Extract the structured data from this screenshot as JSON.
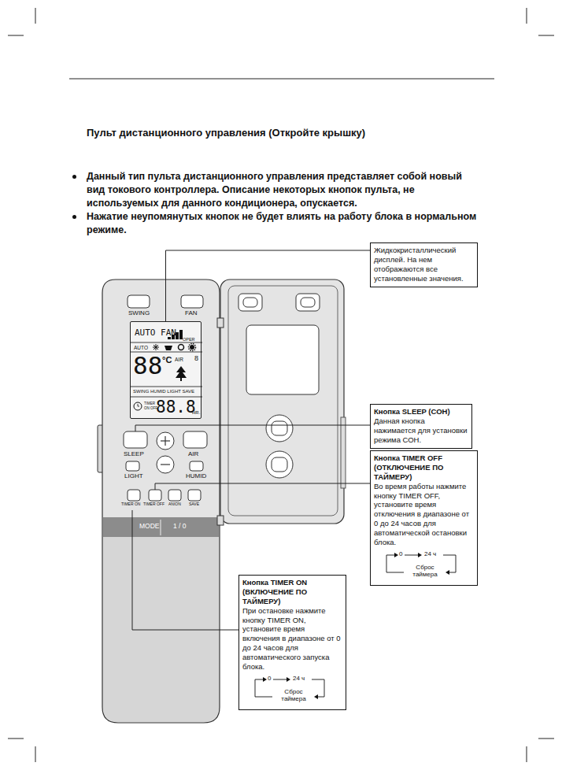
{
  "diagram": {
    "title": "Пульт дистанционного управления  (Откройте крышку)",
    "nodes": [
      {
        "text": [
          "Жидкокристаллический дисплей. На нем отображаются все установленные значения."
        ]
      },
      {
        "text": [
          "AUTO FAN",
          "OPER",
          "AUTO",
          "88",
          "°C",
          "AIR",
          "8",
          "SWING HUMID LIGHT SAVE",
          "TIMER",
          "ON OFF",
          "88.8",
          "HR."
        ]
      },
      {
        "text": [
          "Кнопка SLEEP (СОН)",
          "Данная кнопка нажимается для установки режима СОН."
        ]
      },
      {
        "text": [
          "Кнопка TIMER OFF (ОТКЛЮЧЕНИЕ ПО ТАЙМЕРУ)",
          "Во время работы нажмите кнопку TIMER OFF, установите время отключения в диапазоне от 0 до 24 часов для автоматической остановки блока.",
          "0",
          "24 ч",
          "Сброс таймера"
        ]
      },
      {
        "text": [
          "Кнопка TIMER ON (ВКЛЮЧЕНИЕ ПО ТАЙМЕРУ)",
          "При остановке нажмите кнопку TIMER ON, установите время включения в диапазоне от 0 до 24 часов для автоматического запуска блока.",
          "0",
          "24 ч",
          "Сброс таймера"
        ]
      }
    ],
    "edges": [
      {
        "from": 0,
        "to": 1,
        "arrow": "none"
      }
    ],
    "labels": [
      "Данный тип пульта дистанционного управления представляет собой новый вид токового контроллера. Описание некоторых кнопок пульта, не используемых для данного кондиционера, опускается.",
      "Нажатие неупомянутых кнопок не будет влиять на работу блока в нормальном режиме.",
      "SWING",
      "FAN",
      "SLEEP",
      "AIR",
      "LIGHT",
      "HUMID",
      "TIMER ON",
      "TIMER OFF",
      "ANION",
      "SAVE",
      "MODE",
      "1 / 0"
    ]
  }
}
